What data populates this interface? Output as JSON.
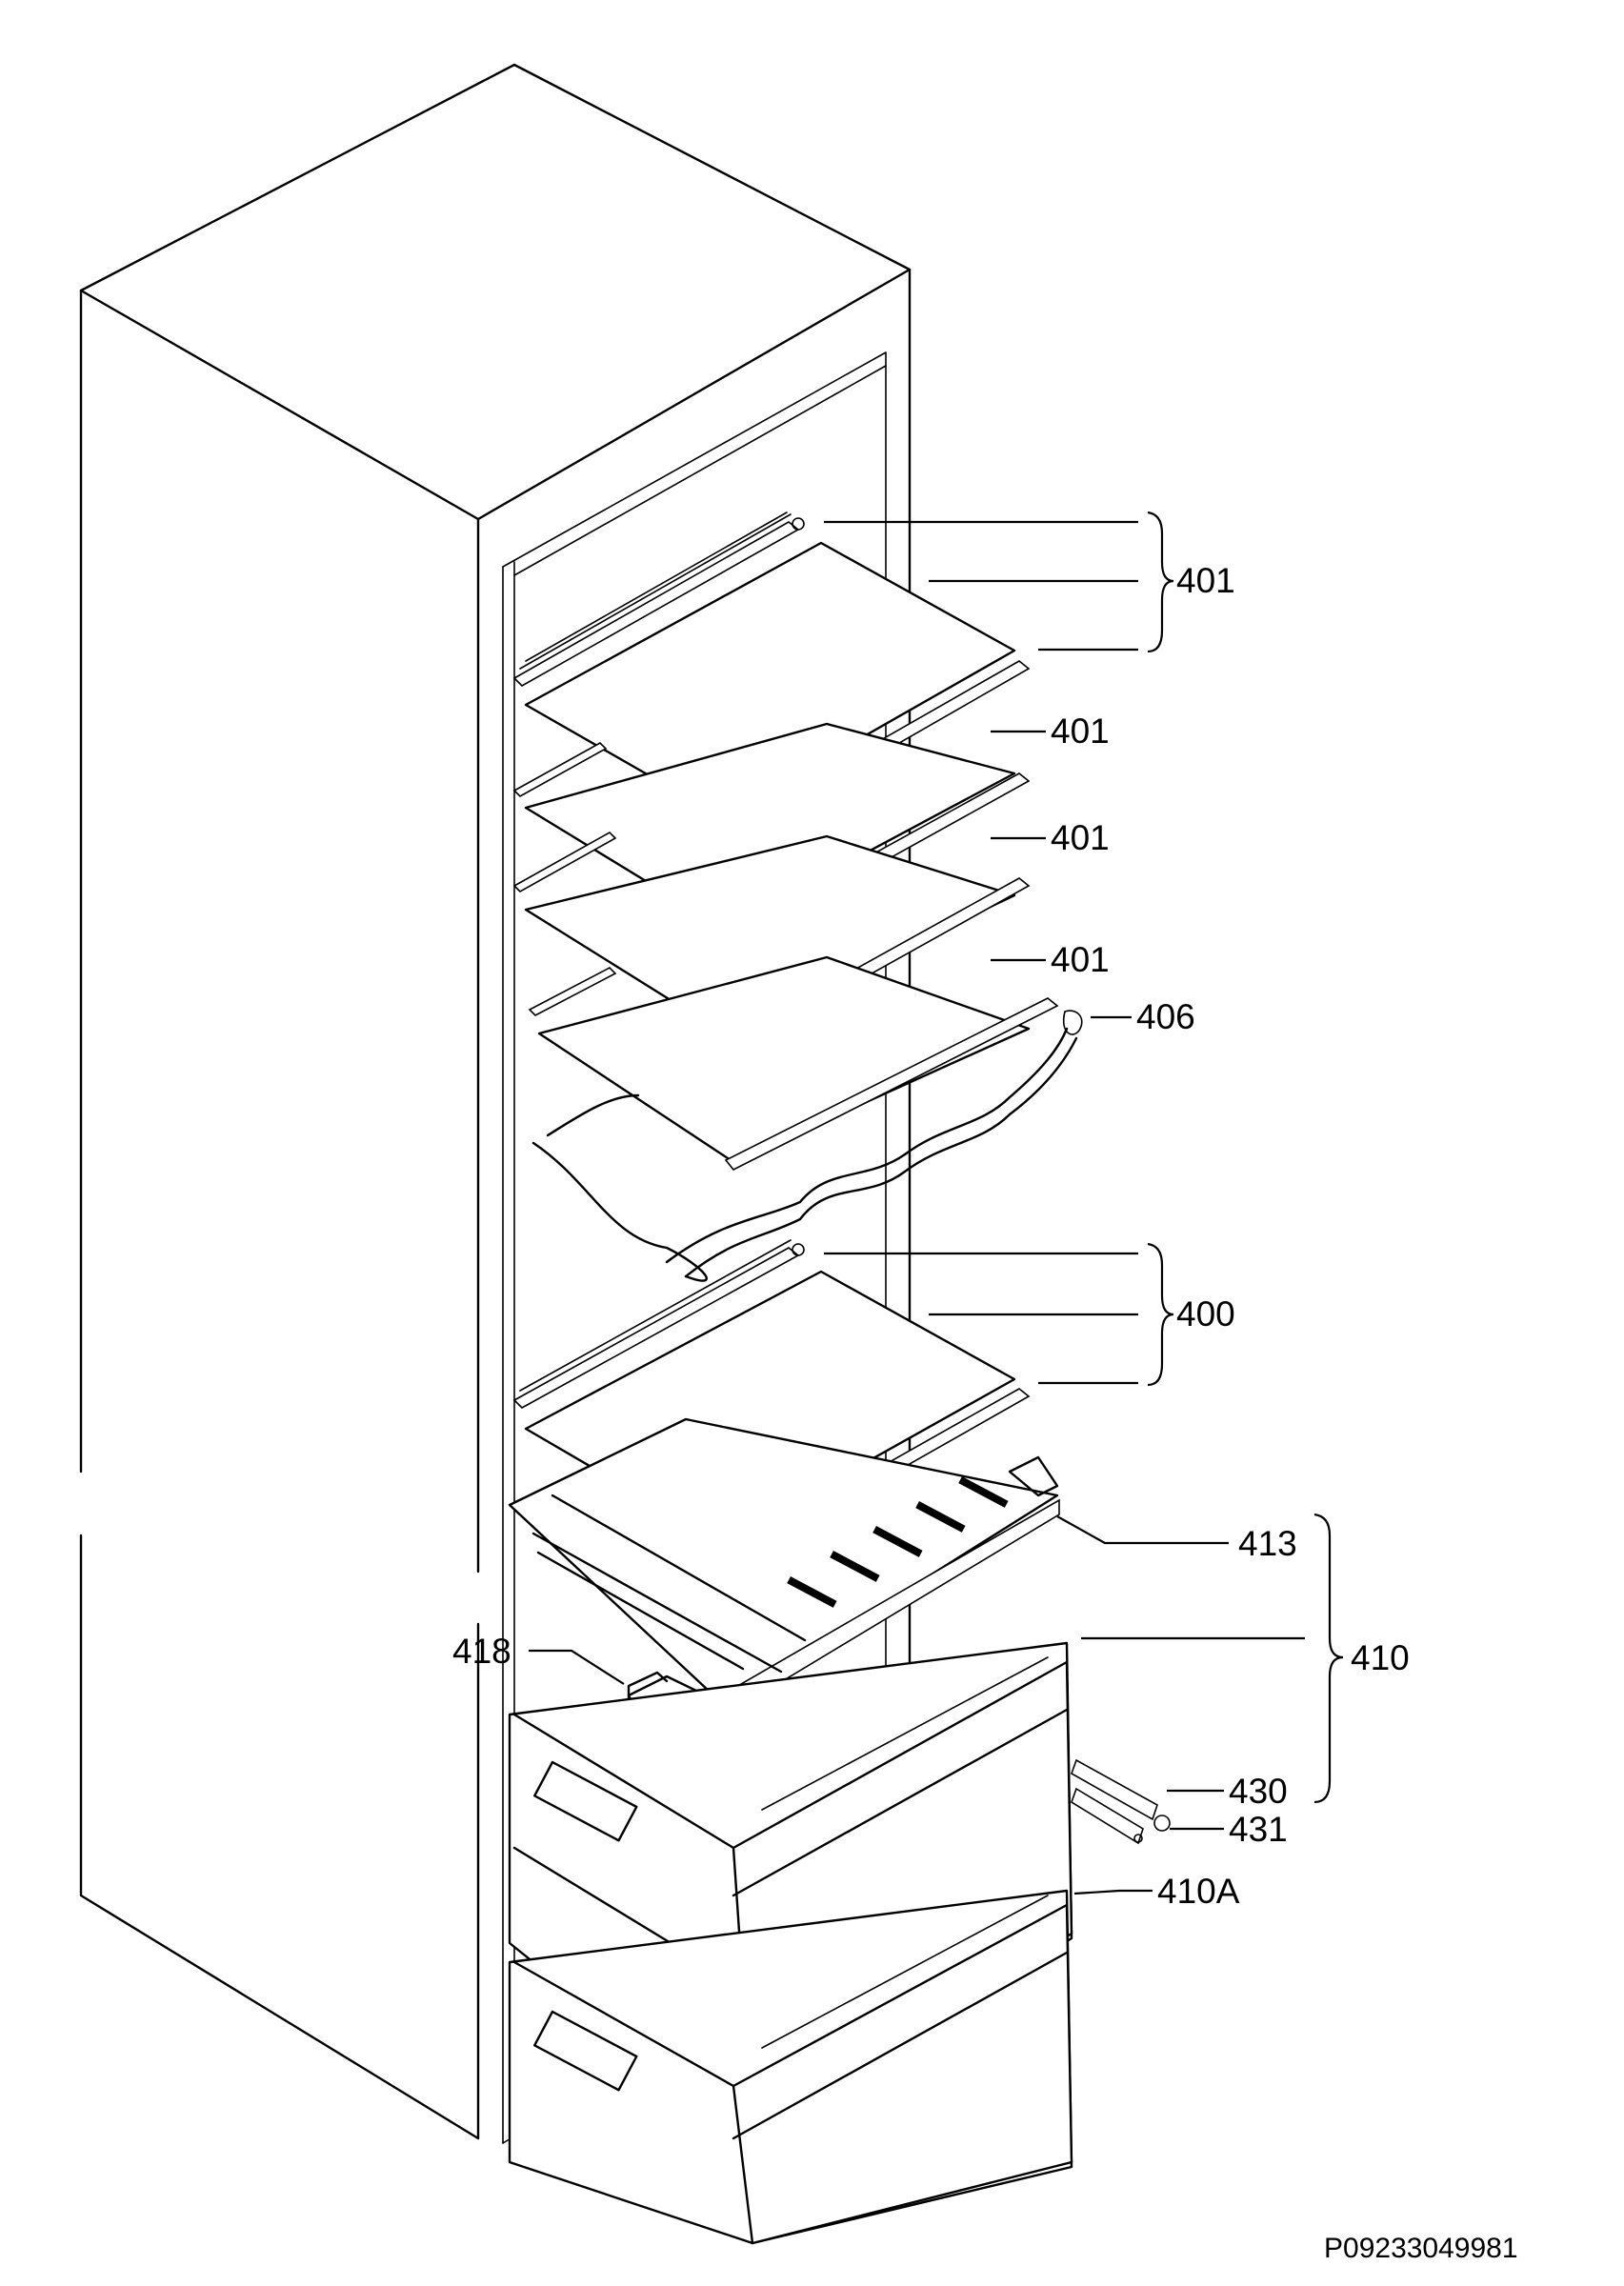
{
  "diagram": {
    "callouts": {
      "c401a": "401",
      "c401b": "401",
      "c401c": "401",
      "c401d": "401",
      "c406": "406",
      "c400": "400",
      "c413": "413",
      "c410": "410",
      "c418": "418",
      "c430": "430",
      "c431": "431",
      "c410A": "410A"
    },
    "drawing_code": "P09233049981"
  }
}
